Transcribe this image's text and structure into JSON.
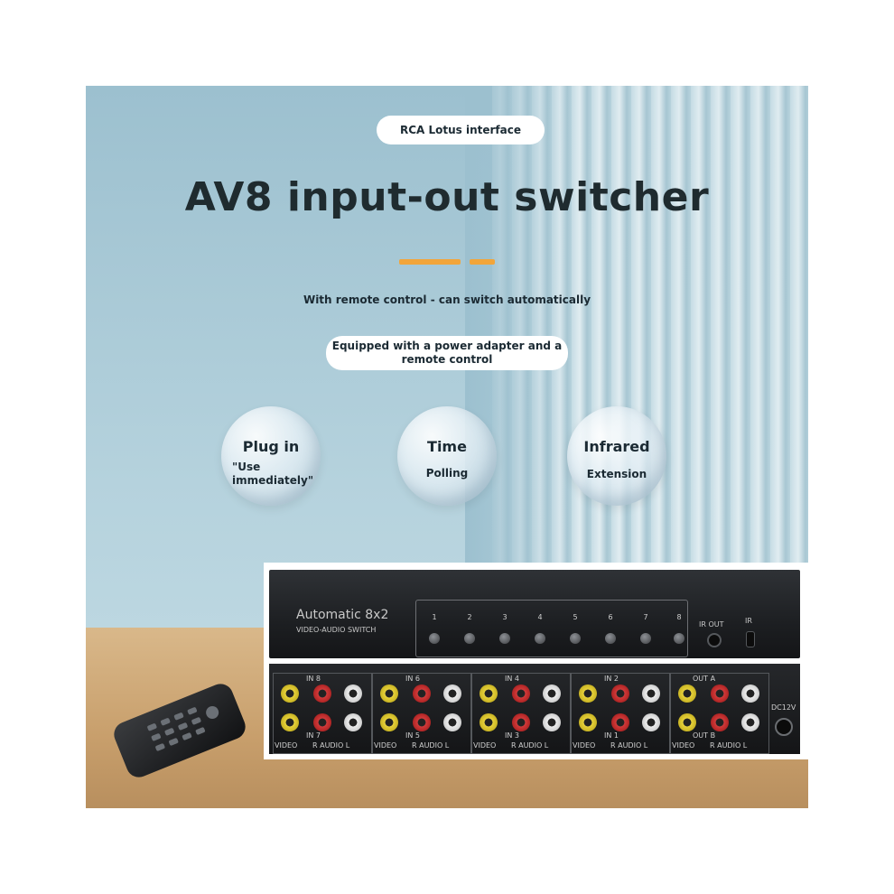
{
  "top_badge": "RCA Lotus interface",
  "title": "AV8 input-out switcher",
  "subtitle": "With remote control - can switch automatically",
  "equipped_note": "Equipped with a power adapter and a remote control",
  "features": [
    {
      "title": "Plug in",
      "subtitle": "\"Use immediately\""
    },
    {
      "title": "Time",
      "subtitle": "Polling"
    },
    {
      "title": "Infrared",
      "subtitle": "Extension"
    }
  ],
  "device": {
    "model": "Automatic 8x2",
    "type": "VIDEO-AUDIO SWITCH",
    "buttons": [
      "1",
      "2",
      "3",
      "4",
      "5",
      "6",
      "7",
      "8"
    ],
    "ir_out_label": "IR OUT",
    "ir_label": "IR",
    "dc_label": "DC12V",
    "groups": [
      {
        "top": "IN   8",
        "bottom": "IN   7"
      },
      {
        "top": "IN   6",
        "bottom": "IN   5"
      },
      {
        "top": "IN   4",
        "bottom": "IN   3"
      },
      {
        "top": "IN   2",
        "bottom": "IN   1"
      },
      {
        "top": "OUT   A",
        "bottom": "OUT   B"
      }
    ],
    "footer": {
      "video": "VIDEO",
      "audio": "R  AUDIO  L"
    }
  },
  "colors": {
    "accent_dash": "#f2a53a",
    "title_text": "#1f2b2f"
  }
}
